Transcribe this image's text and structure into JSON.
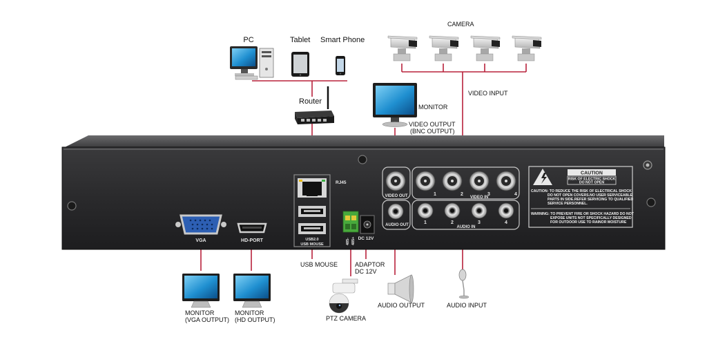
{
  "devices": {
    "pc": "PC",
    "tablet": "Tablet",
    "smartphone": "Smart Phone",
    "router": "Router",
    "camera": "CAMERA",
    "video_input": "VIDEO INPUT",
    "monitor_top": "MONITOR",
    "video_output": "VIDEO OUTPUT",
    "bnc_output": "(BNC OUTPUT)"
  },
  "panel": {
    "rj45": "RJ45",
    "video_out": "VIDEO OUT",
    "video_in": "VIDEO IN",
    "audio_out": "AUDIO OUT",
    "audio_in": "AUDIO IN",
    "vga": "VGA",
    "hd_port": "HD-PORT",
    "usb_top": "USB2.0",
    "usb_bottom": "USB MOUSE",
    "dc": "DC 12V",
    "rs485_a": "485-",
    "rs485_b": "485+",
    "channels": [
      "1",
      "2",
      "3",
      "4"
    ],
    "caution_title": "CAUTION",
    "caution_sub1": "RISK OF ELECTRIC SHOCK",
    "caution_sub2": "DO NOT OPEN",
    "caution_lines": [
      "CAUTION: TO REDUCE THE RISK OF ELECTRICAL SHOCK",
      "DO NOT OPEN COVERS.NO USER SERVICEABLE",
      "PARTS IN SIDE.REFER SERVICING TO QUALIFIED",
      "SERVICE PERSONNEL."
    ],
    "warning_lines": [
      "WARNING: TO PREVENT FIRE OR SHOCK HAZARD DO NOT",
      "EXPOSE UNITS NOT SPECIFICALLY DESIGNED",
      "FOR OUTDOOR USE TO RAINOR MOISTURE"
    ]
  },
  "bottom": {
    "usb_mouse": "USB MOUSE",
    "adaptor_1": "ADAPTOR",
    "adaptor_2": "DC 12V",
    "ptz_camera": "PTZ CAMERA",
    "audio_output": "AUDIO OUTPUT",
    "audio_input": "AUDIO INPUT",
    "monitor_vga_1": "MONITOR",
    "monitor_vga_2": "(VGA OUTPUT)",
    "monitor_hd_1": "MONITOR",
    "monitor_hd_2": "(HD OUTPUT)"
  },
  "colors": {
    "line": "#b8203a",
    "chassis": "#2b2b2d",
    "chassis_edge": "#111111",
    "screen": "#1f8fd0"
  }
}
